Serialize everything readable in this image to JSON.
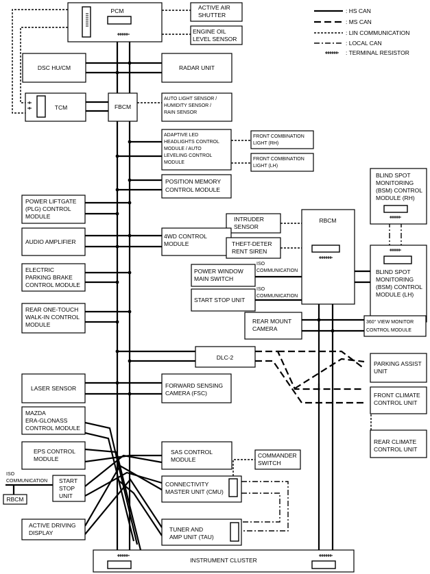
{
  "legend": {
    "hs_can": ": HS CAN",
    "ms_can": ": MS CAN",
    "lin": ": LIN COMMUNICATION",
    "local_can": ": LOCAL CAN",
    "terminal_resistor": ": TERMINAL RESISTOR"
  },
  "modules": {
    "pcm": [
      "PCM"
    ],
    "active_air_shutter": [
      "ACTIVE AIR",
      "SHUTTER"
    ],
    "engine_oil": [
      "ENGINE OIL",
      "LEVEL SENSOR"
    ],
    "dsc": [
      "DSC HU/CM"
    ],
    "radar": [
      "RADAR UNIT"
    ],
    "tcm": [
      "TCM"
    ],
    "fbcm": [
      "FBCM"
    ],
    "auto_light": [
      "AUTO LIGHT SENSOR /",
      "HUMIDITY SENSOR /",
      "RAIN SENSOR"
    ],
    "adaptive_led": [
      "ADAPTIVE LED",
      "HEADLIGHTS CONTROL",
      "MODULE / AUTO",
      "LEVELING CONTROL",
      "MODULE"
    ],
    "front_comb_rh": [
      "FRONT COMBINATION",
      "LIGHT (RH)"
    ],
    "front_comb_lh": [
      "FRONT COMBINATION",
      "LIGHT (LH)"
    ],
    "position_memory": [
      "POSITION MEMORY",
      "CONTROL MODULE"
    ],
    "blind_spot_rh": [
      "BLIND SPOT",
      "MONITORING",
      "(BSM) CONTROL",
      "MODULE (RH)"
    ],
    "power_liftgate": [
      "POWER LIFTGATE",
      "(PLG) CONTROL",
      "MODULE"
    ],
    "intruder": [
      "INTRUDER",
      "SENSOR"
    ],
    "rbcm": [
      "RBCM"
    ],
    "audio_amp": [
      "AUDIO AMPLIFIER"
    ],
    "fourwd": [
      "4WD CONTROL",
      "MODULE"
    ],
    "theft": [
      "THEFT-DETER",
      "RENT SIREN"
    ],
    "power_window": [
      "POWER WINDOW",
      "MAIN SWITCH"
    ],
    "blind_spot_lh": [
      "BLIND SPOT",
      "MONITORING",
      "(BSM) CONTROL",
      "MODULE (LH)"
    ],
    "epb": [
      "ELECTRIC",
      "PARKING BRAKE",
      "CONTROL MODULE"
    ],
    "start_stop_unit": [
      "START STOP UNIT"
    ],
    "rear_onetouch": [
      "REAR ONE-TOUCH",
      "WALK-IN CONTROL",
      "MODULE"
    ],
    "rear_mount": [
      "REAR MOUNT",
      "CAMERA"
    ],
    "view_monitor": [
      "360° VIEW MONITOR",
      "CONTROL MODULE"
    ],
    "dlc2": [
      "DLC-2"
    ],
    "parking_assist": [
      "PARKING ASSIST",
      "UNIT"
    ],
    "laser": [
      "LASER SENSOR"
    ],
    "fsc": [
      "FORWARD SENSING",
      "CAMERA (FSC)"
    ],
    "front_climate": [
      "FRONT CLIMATE",
      "CONTROL UNIT"
    ],
    "mazda_era": [
      "MAZDA",
      "ERA-GLONASS",
      "CONTROL MODULE"
    ],
    "rear_climate": [
      "REAR CLIMATE",
      "CONTROL UNIT"
    ],
    "eps": [
      "EPS CONTROL",
      "MODULE"
    ],
    "sas": [
      "SAS CONTROL",
      "MODULE"
    ],
    "commander": [
      "COMMANDER",
      "SWITCH"
    ],
    "start_stop_left": [
      "START",
      "STOP",
      "UNIT"
    ],
    "rbcm_small": [
      "RBCM"
    ],
    "cmu": [
      "CONNECTIVITY",
      "MASTER UNIT (CMU)"
    ],
    "active_driving": [
      "ACTIVE DRIVING",
      "DISPLAY"
    ],
    "tau": [
      "TUNER AND",
      "AMP UNIT (TAU)"
    ],
    "instrument_cluster": [
      "INSTRUMENT CLUSTER"
    ]
  },
  "iso_labels": {
    "iso_pw": [
      "ISO",
      "COMMUNICATION"
    ],
    "iso_ss": [
      "ISO",
      "COMMUNICATION"
    ],
    "iso_left": [
      "ISO",
      "COMMUNICATION"
    ]
  }
}
